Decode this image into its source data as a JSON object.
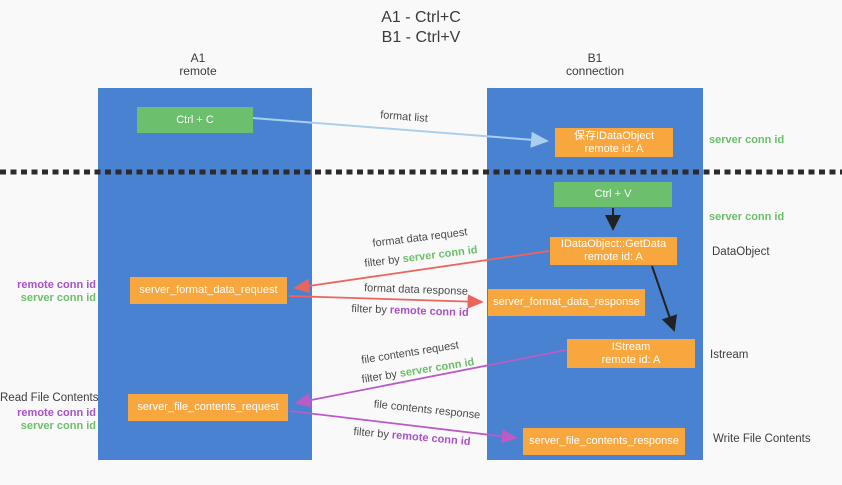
{
  "title": {
    "line1": "A1 - Ctrl+C",
    "line2": "B1 - Ctrl+V"
  },
  "columns": {
    "a1": {
      "title": "A1",
      "subtitle": "remote"
    },
    "b1": {
      "title": "B1",
      "subtitle": "connection"
    }
  },
  "nodes": {
    "ctrl_c": {
      "label": "Ctrl + C"
    },
    "ctrl_v": {
      "label": "Ctrl + V"
    },
    "save_idataobject": {
      "line1": "保存IDataObject",
      "line2": "remote id: A"
    },
    "getdata": {
      "line1": "IDataObject::GetData",
      "line2": "remote id: A"
    },
    "istream": {
      "line1": "IStream",
      "line2": "remote id: A"
    },
    "server_format_data_request": {
      "label": "server_format_data_request"
    },
    "server_format_data_response": {
      "label": "server_format_data_response"
    },
    "server_file_contents_request": {
      "label": "server_file_contents_request"
    },
    "server_file_contents_response": {
      "label": "server_file_contents_response"
    }
  },
  "arrow_labels": {
    "format_list": {
      "text": "format list"
    },
    "format_data_request": {
      "text": "format data request",
      "filter_prefix": "filter by ",
      "filter_key": "server conn id"
    },
    "format_data_response": {
      "text": "format data response",
      "filter_prefix": "filter by ",
      "filter_key": "remote conn id"
    },
    "file_contents_request": {
      "text": "file contents request",
      "filter_prefix": "filter by ",
      "filter_key": "server conn id"
    },
    "file_contents_response": {
      "text": "file contents response",
      "filter_prefix": "filter by ",
      "filter_key": "remote conn id"
    }
  },
  "side_labels": {
    "right_server_conn_id_1": "server conn id",
    "right_server_conn_id_2": "server conn id",
    "data_object": "DataObject",
    "istream": "Istream",
    "write_file_contents": "Write File Contents",
    "left_remote_conn_id_1": "remote conn id",
    "left_server_conn_id_1": "server conn id",
    "read_file_contents": "Read File Contents",
    "left_remote_conn_id_2": "remote conn id",
    "left_server_conn_id_2": "server conn id"
  },
  "colors": {
    "lane_blue": "#4a82d2",
    "box_green": "#6cbf6d",
    "box_orange": "#f8a63e",
    "arrow_light_blue": "#a9cfef",
    "arrow_red": "#ec655c",
    "arrow_purple": "#ba5bc6",
    "arrow_black": "#222222",
    "text_green": "#6abf69",
    "text_purple": "#a851c8",
    "dashed_line": "#2b2b2b"
  }
}
